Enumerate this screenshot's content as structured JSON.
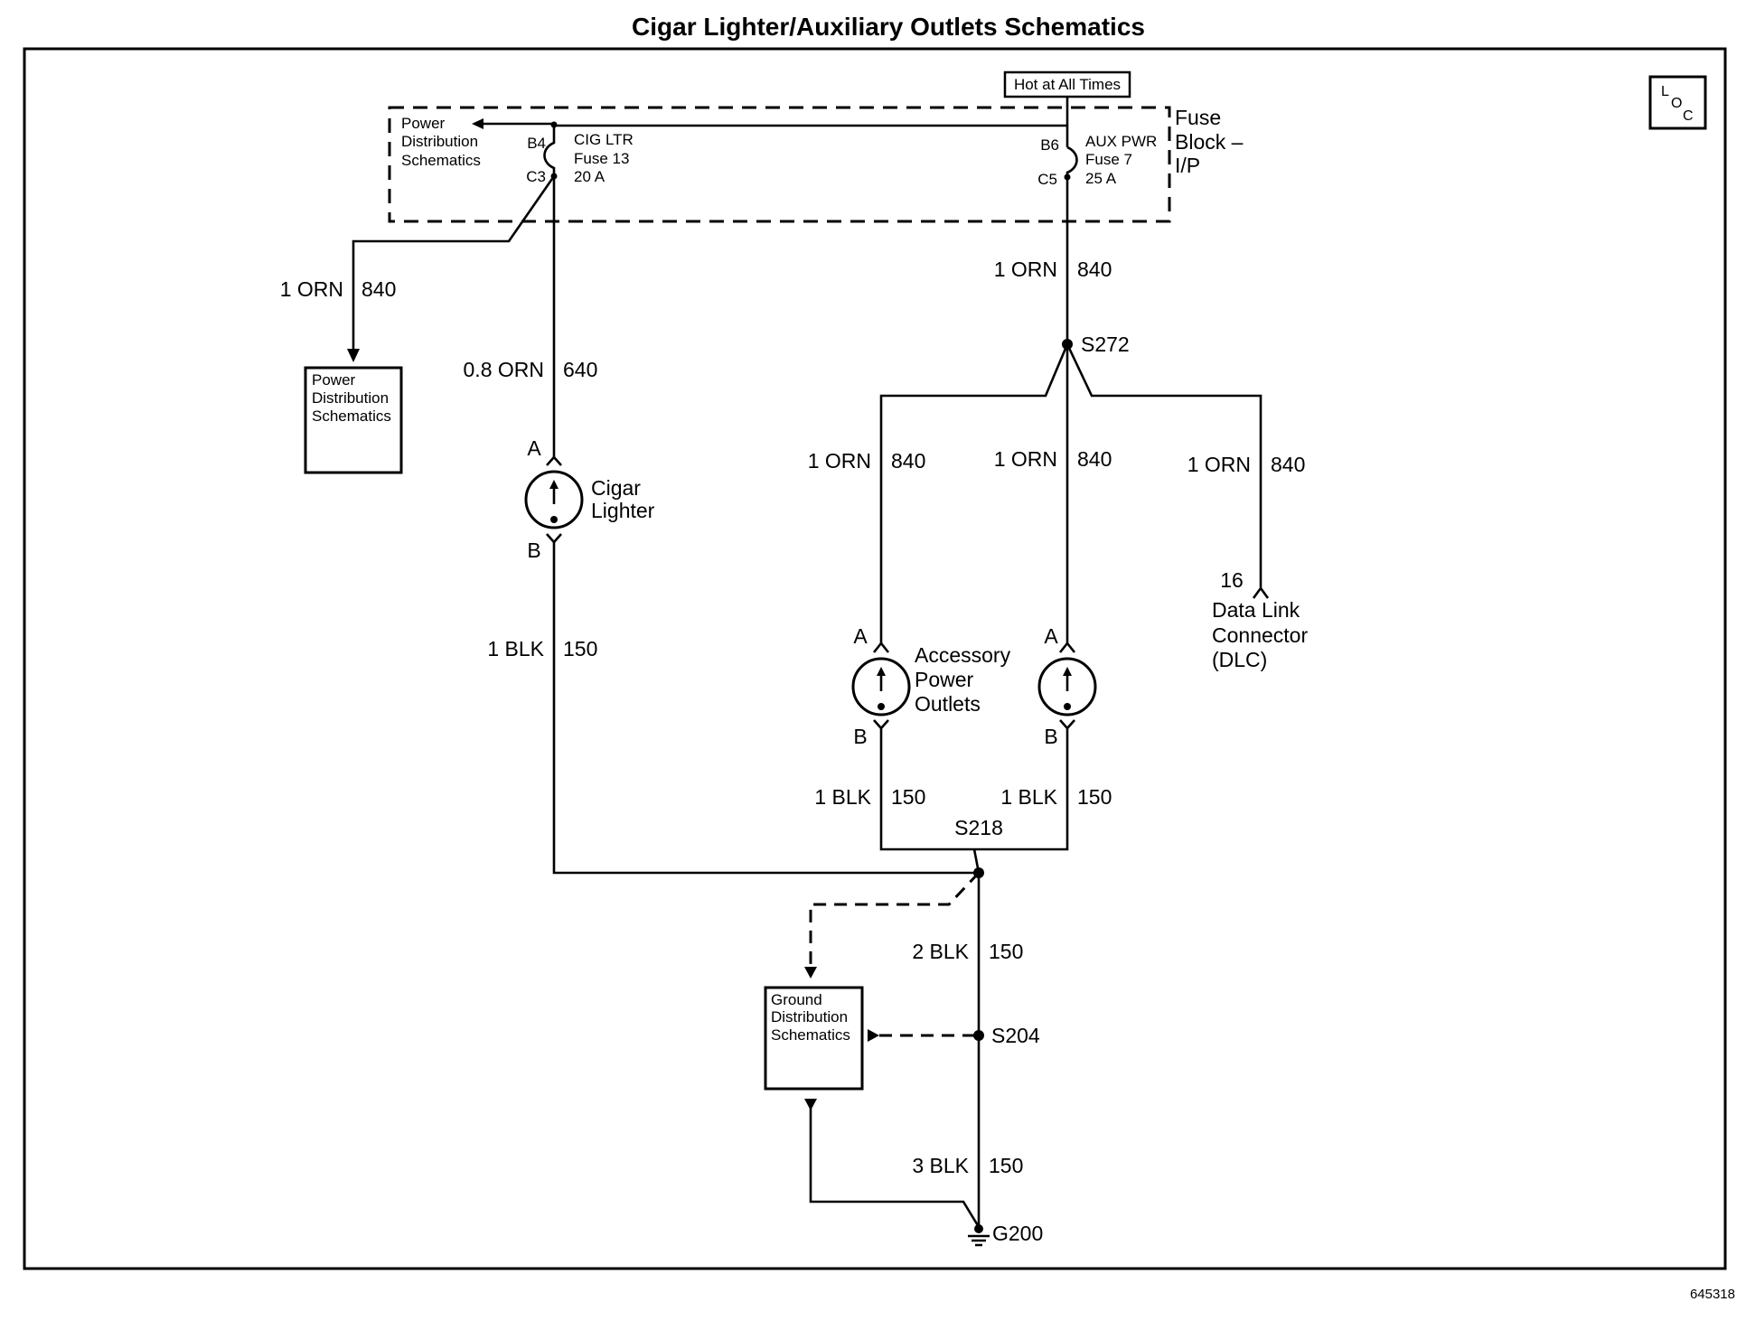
{
  "title": "Cigar Lighter/Auxiliary Outlets Schematics",
  "diagram_id": "645318",
  "loc_symbol": {
    "top": "L",
    "mid": "O",
    "bottom": "C"
  },
  "hot_label": "Hot at All Times",
  "fuse_block": {
    "line1": "Fuse",
    "line2": "Block –",
    "line3": "I/P"
  },
  "power_dist_ref": {
    "line1": "Power",
    "line2": "Distribution",
    "line3": "Schematics"
  },
  "fuse_cig": {
    "pin_in": "B4",
    "pin_out": "C3",
    "name": "CIG LTR",
    "number": "Fuse 13",
    "rating": "20 A"
  },
  "fuse_aux": {
    "pin_in": "B6",
    "pin_out": "C5",
    "name": "AUX PWR",
    "number": "Fuse 7",
    "rating": "25 A"
  },
  "wires": {
    "w_left": {
      "size_color": "1 ORN",
      "circuit": "840"
    },
    "w_cig_feed": {
      "size_color": "0.8 ORN",
      "circuit": "640"
    },
    "w_aux_feed": {
      "size_color": "1 ORN",
      "circuit": "840"
    },
    "w_outlet1_feed": {
      "size_color": "1 ORN",
      "circuit": "840"
    },
    "w_outlet2_feed": {
      "size_color": "1 ORN",
      "circuit": "840"
    },
    "w_dlc_feed": {
      "size_color": "1 ORN",
      "circuit": "840"
    },
    "w_cig_gnd": {
      "size_color": "1 BLK",
      "circuit": "150"
    },
    "w_outlet1_gnd": {
      "size_color": "1 BLK",
      "circuit": "150"
    },
    "w_outlet2_gnd": {
      "size_color": "1 BLK",
      "circuit": "150"
    },
    "w_s218_s204": {
      "size_color": "2 BLK",
      "circuit": "150"
    },
    "w_s204_g200": {
      "size_color": "3 BLK",
      "circuit": "150"
    }
  },
  "power_dist_box": {
    "line1": "Power",
    "line2": "Distribution",
    "line3": "Schematics"
  },
  "cigar_lighter": {
    "pin_a": "A",
    "pin_b": "B",
    "line1": "Cigar",
    "line2": "Lighter"
  },
  "outlet1": {
    "pin_a": "A",
    "pin_b": "B"
  },
  "outlet2": {
    "pin_a": "A",
    "pin_b": "B"
  },
  "outlets_label": {
    "line1": "Accessory",
    "line2": "Power",
    "line3": "Outlets"
  },
  "dlc": {
    "pin": "16",
    "line1": "Data Link",
    "line2": "Connector",
    "line3": "(DLC)"
  },
  "splices": {
    "s272": "S272",
    "s218": "S218",
    "s204": "S204"
  },
  "ground": {
    "g200": "G200"
  },
  "ground_dist_box": {
    "line1": "Ground",
    "line2": "Distribution",
    "line3": "Schematics"
  }
}
